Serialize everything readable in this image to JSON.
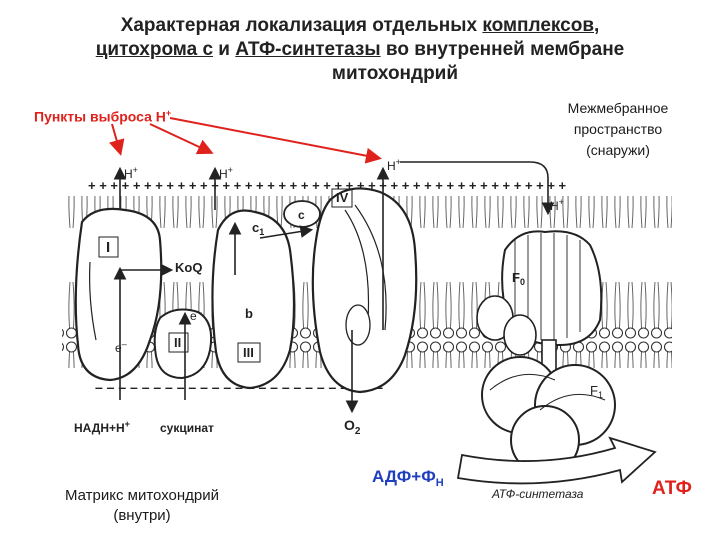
{
  "title": {
    "line1a": "Характерная локализация отдельных ",
    "line1b": "комплексов,",
    "line2a": "цитохрома с",
    "line2b": " и ",
    "line2c": "АТФ-синтетазы",
    "line2d": " во внутренней мембране",
    "line3": "митохондрий"
  },
  "labels": {
    "proton_sites": "Пункты выброса Н",
    "proton_sites_sup": "+",
    "intermembrane_1": "Межмебранное",
    "intermembrane_2": "пространство",
    "intermembrane_3": "(снаружи)",
    "matrix_1": "Матрикс митохондрий",
    "matrix_2": "(внутри)"
  },
  "diagram": {
    "h_plus": "H",
    "plus": "+",
    "complex_1": "I",
    "complex_2": "II",
    "complex_3": "III",
    "complex_4": "IV",
    "koq": "KoQ",
    "c": "c",
    "c1": "c",
    "c1_sub": "1",
    "b": "b",
    "e_minus": "e",
    "f0": "F",
    "f0_sub": "0",
    "f1": "F",
    "f1_sub": "1",
    "o2": "O",
    "o2_sub": "2",
    "nadh": "НАДН+Н",
    "succinate": "сукцинат",
    "adp": "АДФ+Ф",
    "adp_sub": "Н",
    "atp_synthase": "АТФ-синтетаза",
    "atp": "АТФ"
  },
  "colors": {
    "accent_red": "#e0221d",
    "accent_blue": "#1f3fbf",
    "ink": "#222222"
  }
}
